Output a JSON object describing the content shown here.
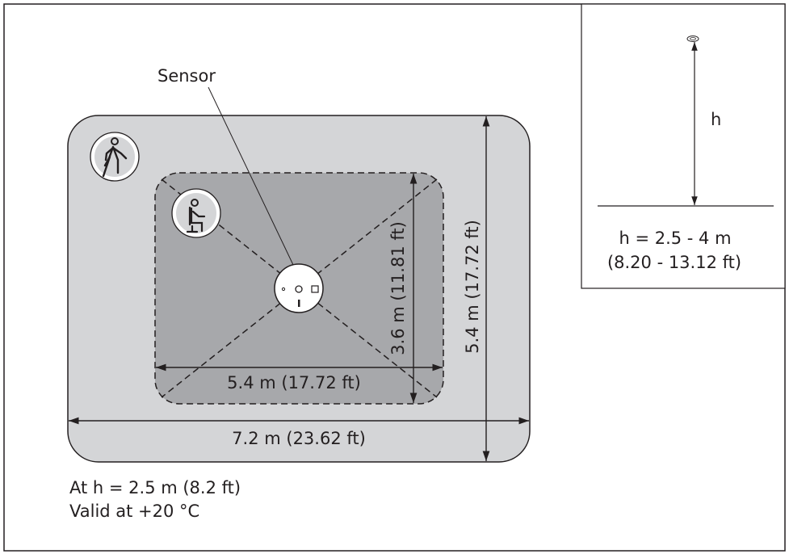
{
  "diagram": {
    "sensor_label": "Sensor",
    "inner_width_label": "5.4 m (17.72 ft)",
    "inner_height_label": "3.6 m (11.81 ft)",
    "outer_width_label": "7.2 m (23.62 ft)",
    "outer_height_label": "5.4 m (17.72 ft)",
    "note_height": "At h = 2.5 m (8.2 ft)",
    "note_temp": "Valid at +20 °C",
    "icons": [
      "walking-person-icon",
      "seated-person-icon",
      "sensor-icon"
    ]
  },
  "inset": {
    "h_label": "h",
    "range_m": "h = 2.5 - 4 m",
    "range_ft": "(8.20 - 13.12 ft)"
  },
  "colors": {
    "outer_zone": "#d4d5d7",
    "inner_zone": "#a7a8ab",
    "stroke": "#231f20"
  }
}
